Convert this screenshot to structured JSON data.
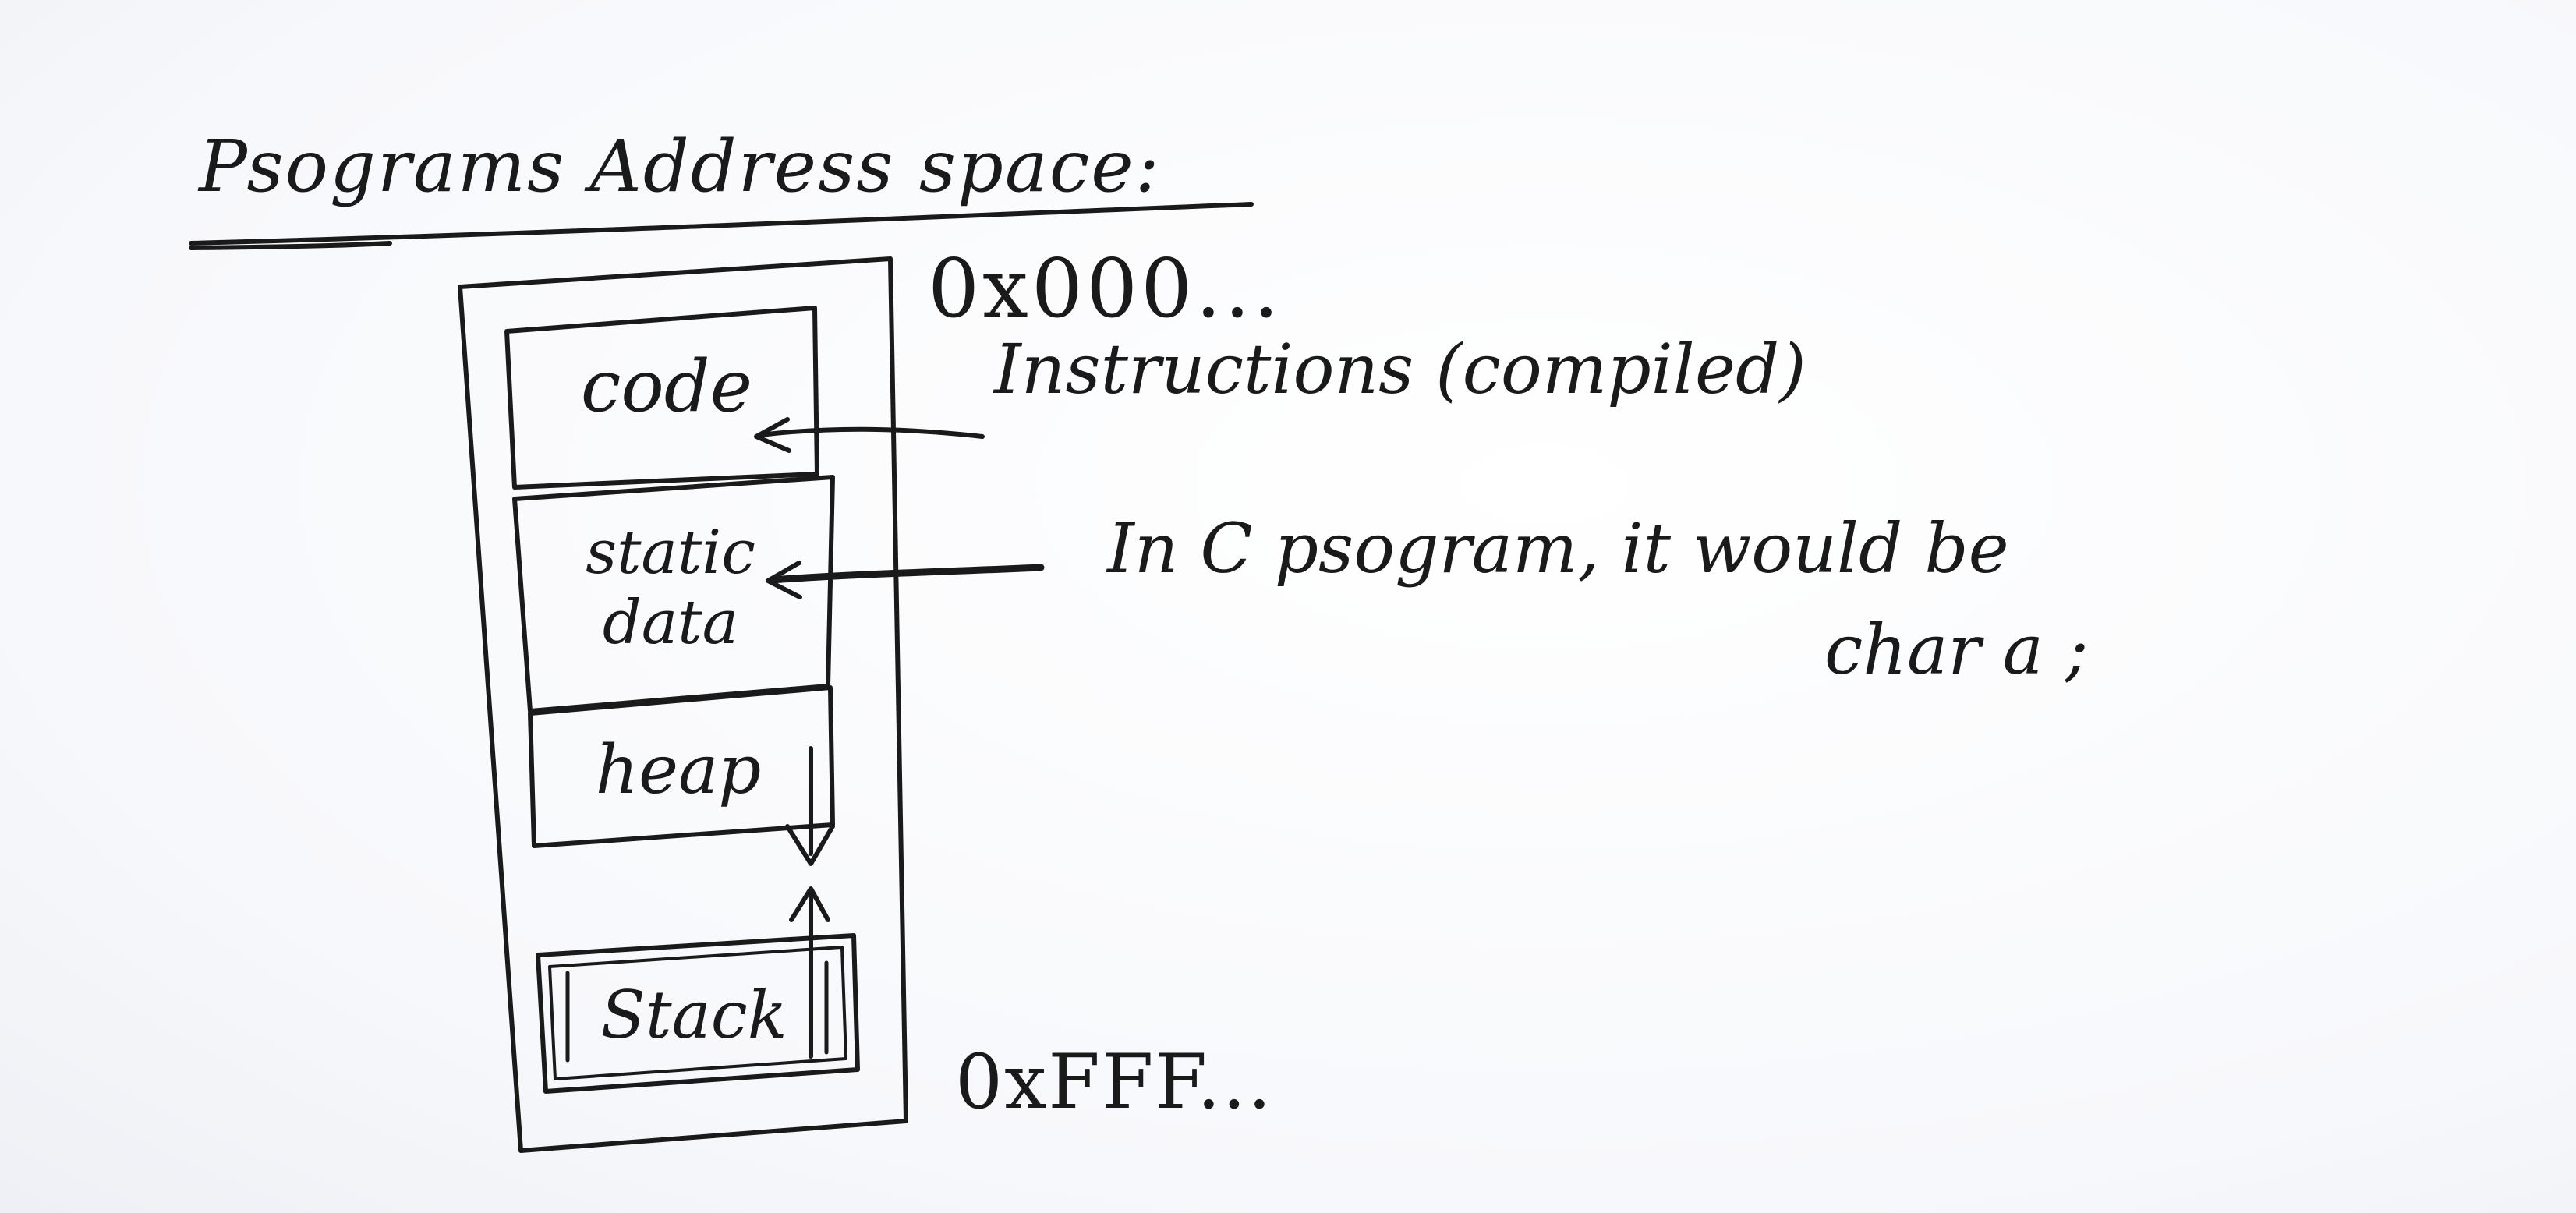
{
  "title": "Psograms Address space:",
  "address_top": "0x000...",
  "address_bottom": "0xFFF...",
  "segments": {
    "code": "code",
    "static_line1": "static",
    "static_line2": "data",
    "heap": "heap",
    "stack": "Stack"
  },
  "annotations": {
    "code_note": "Instructions (compiled)",
    "static_note_line1": "In  C  psogram, it would be",
    "static_note_line2": "char a ;"
  },
  "colors": {
    "ink": "#1a1a1a",
    "paper": "#fbfbfd"
  }
}
